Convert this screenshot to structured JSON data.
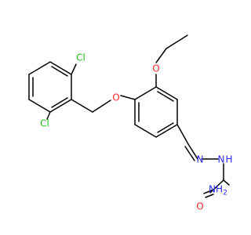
{
  "molecule": {
    "atoms": [
      {
        "id": "cl1",
        "element": "Cl",
        "label": "Cl",
        "color": "#1fc21f"
      },
      {
        "id": "cl2",
        "element": "Cl",
        "label": "Cl",
        "color": "#1fc21f"
      },
      {
        "id": "o_ether",
        "element": "O",
        "label": "O",
        "color": "#ff2b2b"
      },
      {
        "id": "o_ethoxy",
        "element": "O",
        "label": "O",
        "color": "#ff2b2b"
      },
      {
        "id": "n_imine",
        "element": "N",
        "label": "N",
        "color": "#2b2bff"
      },
      {
        "id": "n_hydrazide",
        "element": "N",
        "label": "N",
        "color": "#2b2bff"
      },
      {
        "id": "h_nh",
        "element": "H",
        "label": "H",
        "color": "#2b2bff"
      },
      {
        "id": "nh2",
        "element": "N",
        "label": "NH",
        "color": "#2b2bff"
      },
      {
        "id": "nh2_sub",
        "element": "",
        "label": "2",
        "color": "#2b2bff"
      },
      {
        "id": "o_carbonyl",
        "element": "O",
        "label": "O",
        "color": "#ff2b2b"
      }
    ]
  }
}
